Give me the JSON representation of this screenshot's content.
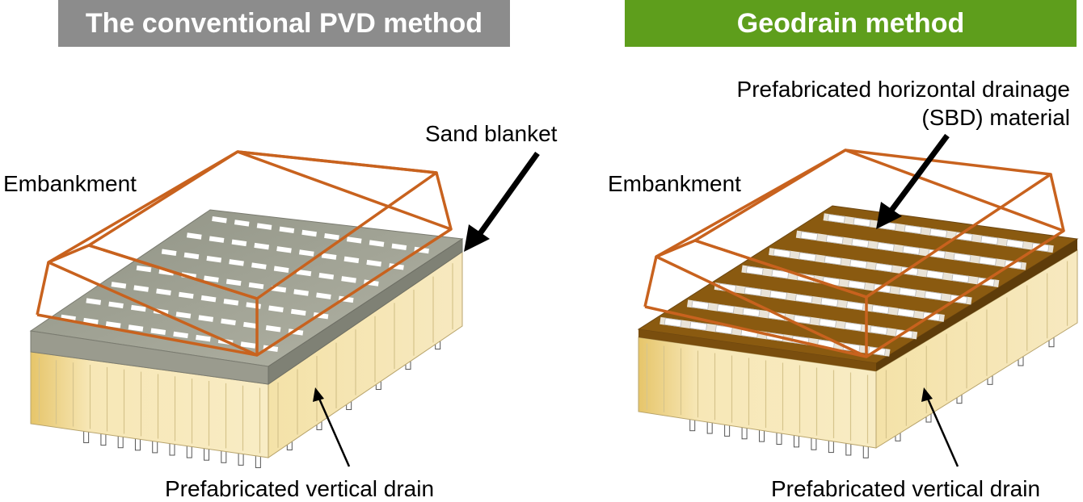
{
  "left": {
    "title": "The conventional PVD method",
    "embankment_label": "Embankment",
    "sand_blanket_label": "Sand blanket",
    "vertical_drain_label": "Prefabricated vertical drain"
  },
  "right": {
    "title": "Geodrain method",
    "embankment_label": "Embankment",
    "horizontal_drain_label_line1": "Prefabricated horizontal drainage",
    "horizontal_drain_label_line2": "(SBD) material",
    "vertical_drain_label": "Prefabricated vertical drain"
  },
  "colors": {
    "left_banner": "#8c8c8c",
    "right_banner": "#5e9e1c",
    "embankment_outline": "#c8621e",
    "soil": "#f7e8b8",
    "sand_blanket": "#a7a89a",
    "brown_layer": "#8a5a10"
  }
}
